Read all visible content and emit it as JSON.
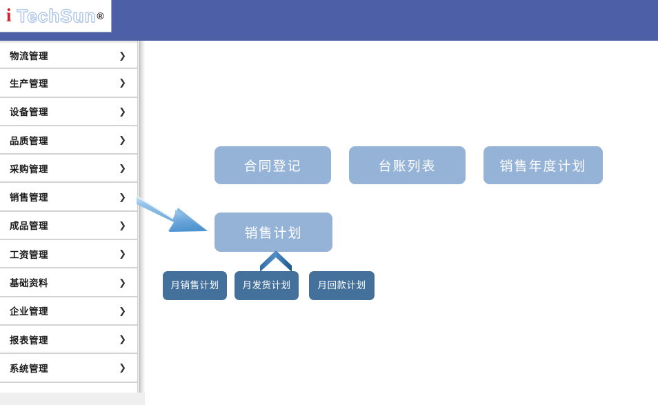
{
  "header": {
    "brand_i": "i",
    "brand_word": "TechSun",
    "brand_reg": "®",
    "bar_color": "#4d5fa6"
  },
  "sidebar": {
    "chevron": "❯",
    "items": [
      {
        "label": "物流管理"
      },
      {
        "label": "生产管理"
      },
      {
        "label": "设备管理"
      },
      {
        "label": "品质管理"
      },
      {
        "label": "采购管理"
      },
      {
        "label": "销售管理"
      },
      {
        "label": "成品管理"
      },
      {
        "label": "工资管理"
      },
      {
        "label": "基础资料"
      },
      {
        "label": "企业管理"
      },
      {
        "label": "报表管理"
      },
      {
        "label": "系统管理"
      }
    ]
  },
  "diagram": {
    "colors": {
      "node_light": "#95b3d7",
      "node_dark": "#44719c",
      "arrow": "#85b3e0"
    },
    "top_row": [
      {
        "label": "合同登记"
      },
      {
        "label": "台账列表"
      },
      {
        "label": "销售年度计划"
      }
    ],
    "second_row": [
      {
        "label": "销售计划"
      }
    ],
    "bottom_row": [
      {
        "label": "月销售计划"
      },
      {
        "label": "月发货计划"
      },
      {
        "label": "月回款计划"
      }
    ]
  }
}
